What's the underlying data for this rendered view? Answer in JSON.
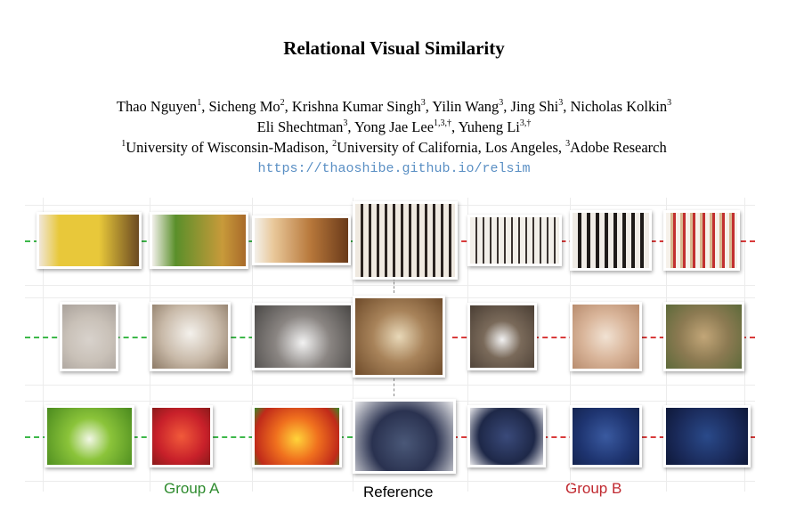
{
  "paper": {
    "title": "Relational Visual Similarity",
    "authors_line1": [
      {
        "name": "Thao Nguyen",
        "sup": "1",
        "sep": ", "
      },
      {
        "name": "Sicheng Mo",
        "sup": "2",
        "sep": ", "
      },
      {
        "name": "Krishna Kumar Singh",
        "sup": "3",
        "sep": ", "
      },
      {
        "name": "Yilin Wang",
        "sup": "3",
        "sep": ", "
      },
      {
        "name": "Jing Shi",
        "sup": "3",
        "sep": ", "
      },
      {
        "name": "Nicholas Kolkin",
        "sup": "3",
        "sep": ""
      }
    ],
    "authors_line2": [
      {
        "name": "Eli Shechtman",
        "sup": "3",
        "sep": ", "
      },
      {
        "name": "Yong Jae Lee",
        "sup": "1,3,†",
        "sep": ", "
      },
      {
        "name": "Yuheng Li",
        "sup": "3,†",
        "sep": ""
      }
    ],
    "affiliations": [
      {
        "sup": "1",
        "name": "University of Wisconsin-Madison",
        "sep": ", "
      },
      {
        "sup": "2",
        "name": "University of California, Los Angeles",
        "sep": ", "
      },
      {
        "sup": "3",
        "name": "Adobe Research",
        "sep": ""
      }
    ],
    "url": "https://thaoshibe.github.io/relsim"
  },
  "figure": {
    "labels": {
      "group_a": "Group A",
      "reference": "Reference",
      "group_b": "Group B"
    },
    "colors": {
      "group_a": "#2e8b2e",
      "group_b": "#c0282f",
      "link_a": "#3db84a",
      "link_b": "#d93b3b"
    },
    "rows": [
      {
        "group_a": [
          "bananas ripening sequence",
          "leaves changing color sequence",
          "toast browning sequence"
        ],
        "reference": "burnt matches sequence",
        "group_b": [
          "small burnt matches",
          "burnt matches row",
          "red-tipped matches"
        ]
      },
      {
        "group_a": [
          "cat figurine with paper face",
          "cat behind drawn eyes paper",
          "cat with drawn mouth paper"
        ],
        "reference": "hedgehog with drawn face paper",
        "group_b": [
          "hedgehog with drawn mouth paper",
          "hedgehog held in hand",
          "hamster in hand"
        ]
      },
      {
        "group_a": [
          "tiny figure on green water",
          "tiny figures on strawberries",
          "tiny figures in bell pepper"
        ],
        "reference": "tiny figures on blueberries",
        "group_b": [
          "blueberries pile",
          "blueberries close-up",
          "blueberries in container"
        ]
      }
    ]
  }
}
